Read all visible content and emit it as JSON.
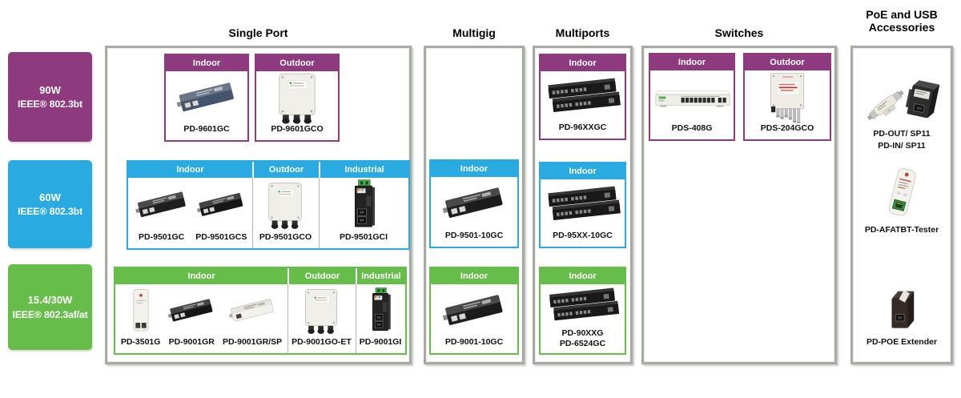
{
  "palette": {
    "purple": "#8e3a7f",
    "blue": "#29abe2",
    "green": "#66bd4a",
    "box_border_gray": "#a6aba3"
  },
  "power_classes": [
    {
      "wattage": "90W",
      "standard": "IEEE® 802.3bt"
    },
    {
      "wattage": "60W",
      "standard": "IEEE® 802.3bt"
    },
    {
      "wattage": "15.4/30W",
      "standard": "IEEE® 802.3af/at"
    }
  ],
  "columns": {
    "single_port": {
      "title": "Single Port",
      "p90": {
        "cards": [
          {
            "env": "Indoor",
            "product": "PD-9601GC"
          },
          {
            "env": "Outdoor",
            "product": "PD-9601GCO"
          }
        ]
      },
      "p60": {
        "sections": [
          {
            "env": "Indoor",
            "products": [
              "PD-9501GC",
              "PD-9501GCS"
            ]
          },
          {
            "env": "Outdoor",
            "products": [
              "PD-9501GCO"
            ]
          },
          {
            "env": "Industrial",
            "products": [
              "PD-9501GCI"
            ]
          }
        ]
      },
      "p30": {
        "sections": [
          {
            "env": "Indoor",
            "products": [
              "PD-3501G",
              "PD-9001GR",
              "PD-9001GR/SP"
            ]
          },
          {
            "env": "Outdoor",
            "products": [
              "PD-9001GO-ET"
            ]
          },
          {
            "env": "Industrial",
            "products": [
              "PD-9001GI"
            ]
          }
        ]
      }
    },
    "multigig": {
      "title": "Multigig",
      "p60": {
        "env": "Indoor",
        "product": "PD-9501-10GC"
      },
      "p30": {
        "env": "Indoor",
        "product": "PD-9001-10GC"
      }
    },
    "multiports": {
      "title": "Multiports",
      "p90": {
        "env": "Indoor",
        "product": "PD-96XXGC"
      },
      "p60": {
        "env": "Indoor",
        "product": "PD-95XX-10GC"
      },
      "p30": {
        "env": "Indoor",
        "products": [
          "PD-90XXG",
          "PD-6524GC"
        ]
      }
    },
    "switches": {
      "title": "Switches",
      "p90": {
        "cards": [
          {
            "env": "Indoor",
            "product": "PDS-408G"
          },
          {
            "env": "Outdoor",
            "product": "PDS-204GCO"
          }
        ]
      }
    },
    "accessories": {
      "title_line1": "PoE and USB",
      "title_line2": "Accessories",
      "items": [
        {
          "labels": [
            "PD-OUT/ SP11",
            "PD-IN/ SP11"
          ]
        },
        {
          "labels": [
            "PD-AFATBT-Tester"
          ]
        },
        {
          "labels": [
            "PD-POE Extender"
          ]
        }
      ]
    }
  }
}
